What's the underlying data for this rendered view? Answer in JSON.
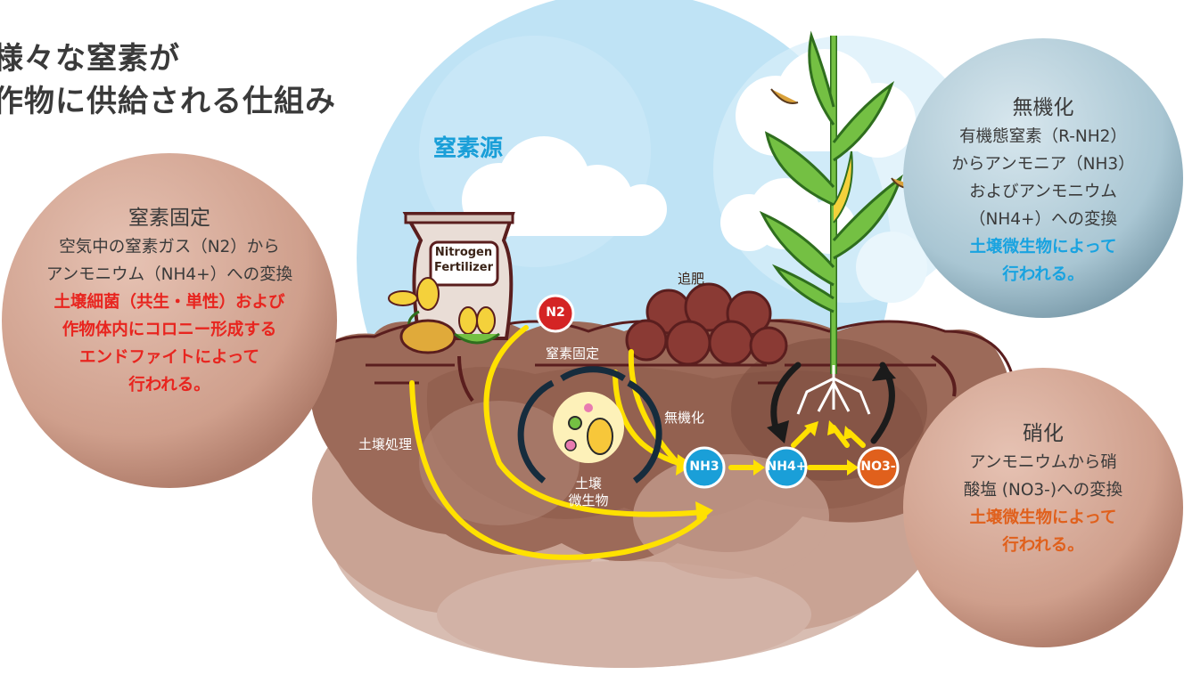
{
  "title": {
    "line1": "様々な窒素が",
    "line2": "作物に供給される仕組み"
  },
  "sky_label": "窒素源",
  "bag": {
    "line1": "Nitrogen",
    "line2": "Fertilizer"
  },
  "bubbles": {
    "fixation": {
      "heading": "窒素固定",
      "lines": [
        "空気中の窒素ガス（N2）から",
        "アンモニウム（NH4+）への変換"
      ],
      "emphasis": [
        "土壌細菌（共生・単性）および",
        "作物体内にコロニー形成する",
        "エンドファイトによって",
        "行われる。"
      ],
      "emphasis_color": "#e8251f"
    },
    "mineralization": {
      "heading": "無機化",
      "lines": [
        "有機態窒素（R-NH2）",
        "からアンモニア（NH3）",
        "およびアンモニウム",
        "（NH4+）への変換"
      ],
      "emphasis": [
        "土壌微生物によって",
        "行われる。"
      ],
      "emphasis_color": "#19a3e0"
    },
    "nitrification": {
      "heading": "硝化",
      "lines": [
        "アンモニウムから硝",
        "酸塩 (NO3-)への変換"
      ],
      "emphasis": [
        "土壌微生物によって",
        "行われる。"
      ],
      "emphasis_color": "#e0601c"
    }
  },
  "labels": {
    "topdress": "追肥",
    "fixation": "窒素固定",
    "mineralization": "無機化",
    "soil_treatment": "土壌処理",
    "microbes_line1": "土壌",
    "microbes_line2": "微生物"
  },
  "ions": {
    "n2": "N2",
    "nh3": "NH3",
    "nh4": "NH4+",
    "no3": "NO3-"
  },
  "colors": {
    "sky": "#bfe3f5",
    "soil_dark": "#8e5b4b",
    "soil_light": "#c9a394",
    "arrow": "#ffe100",
    "nh_ion": "#1a9fd8",
    "no3_ion": "#e0601c",
    "n2_ion": "#d42424"
  }
}
